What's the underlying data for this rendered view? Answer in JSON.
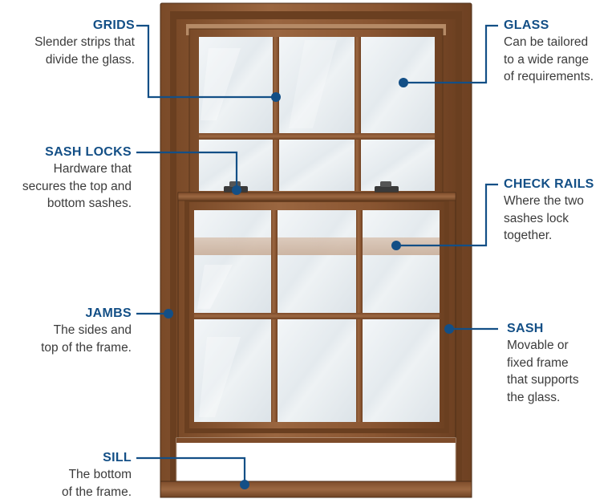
{
  "colors": {
    "accent": "#134f86",
    "wood": "#8e5b35",
    "wood_dark": "#5f3a1e",
    "glass": "#e9eef1"
  },
  "callouts": {
    "grids": {
      "title": "GRIDS",
      "description": "Slender strips that\ndivide the glass."
    },
    "sash_locks": {
      "title": "SASH LOCKS",
      "description": "Hardware that\nsecures the top and\nbottom sashes."
    },
    "jambs": {
      "title": "JAMBS",
      "description": "The sides and\ntop of the frame."
    },
    "sill": {
      "title": "SILL",
      "description": "The bottom\nof the frame."
    },
    "glass": {
      "title": "GLASS",
      "description": "Can be tailored\nto a wide range\nof  requirements."
    },
    "check_rails": {
      "title": "CHECK RAILS",
      "description": "Where the two\nsashes lock\ntogether."
    },
    "sash": {
      "title": "SASH",
      "description": "Movable or\nfixed frame\nthat supports\nthe glass."
    }
  }
}
